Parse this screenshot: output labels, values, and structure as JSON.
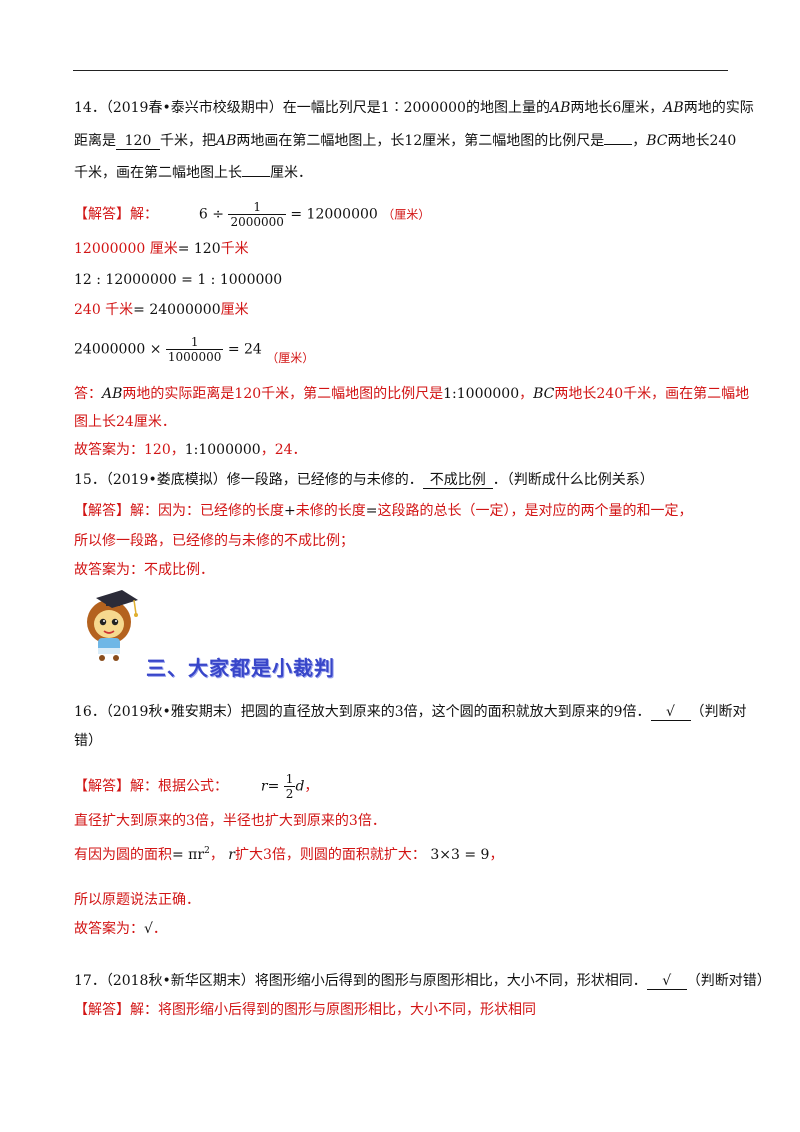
{
  "q14": {
    "line1": "14．（2019春•泰兴市校级期中）在一幅比列尺是",
    "scale1": "1∶2000000",
    "line1b": "的地图上量的",
    "ab": "AB",
    "line1c": "两地长6厘米，",
    "ab2": "AB",
    "line1d": "两地的实际",
    "line2a": "距离是",
    "answer1": "120",
    "line2b": "千米，把",
    "ab3": "AB",
    "line2c": "两地画在第二幅地图上，长12厘米，第二幅地图的比例尺是",
    "line2d": "，",
    "bc": "BC",
    "line2e": "两地长240",
    "line3": "千米，画在第二幅地图上长",
    "line3b": "厘米．"
  },
  "sol14": {
    "label": "【解答】",
    "jie": "解：",
    "eq1_left": "6 ÷",
    "eq1_num": "1",
    "eq1_den": "2000000",
    "eq1_right": "= 12000000",
    "eq1_unit": "（厘米）",
    "eq2_a": "12000000 厘米",
    "eq2_b": "= 120",
    "eq2_c": "千米",
    "eq3": "12 : 12000000 = 1 : 1000000",
    "eq4_a": "240 千米",
    "eq4_b": "= 24000000",
    "eq4_c": "厘米",
    "eq5_left": "24000000 ×",
    "eq5_num": "1",
    "eq5_den": "1000000",
    "eq5_right": "= 24",
    "eq5_unit": "（厘米）",
    "ans_a": "答：",
    "ans_ab": "AB",
    "ans_b": "两地的实际距离是120千米，第二幅地图的比例尺是",
    "ans_scale": "1:1000000",
    "ans_c": "，",
    "ans_bc": "BC",
    "ans_d": "两地长240千米，画在第二幅地",
    "ans_line2": "图上长24厘米．",
    "final_a": "故答案为：120，",
    "final_scale": "1:1000000",
    "final_b": "，24．"
  },
  "q15": {
    "text_a": "15．（2019•娄底模拟）修一段路，已经修的与未修的．",
    "answer": "不成比例",
    "text_b": "．（判断成什么比例关系）"
  },
  "sol15": {
    "label": "【解答】",
    "line1": "解：因为：已经修的长度",
    "plus": "+",
    "line1b": "未修的长度",
    "eq": "=",
    "line1c": "这段路的总长（一定），是对应的两个量的和一定，",
    "line2": "所以修一段路，已经修的与未修的不成比例；",
    "final": "故答案为：不成比例．"
  },
  "section": {
    "title": "三、大家都是小裁判"
  },
  "q16": {
    "line1": "16．（2019秋•雅安期末）把圆的直径放大到原来的3倍，这个圆的面积就放大到原来的9倍．",
    "answer": "√",
    "line1b": "（判断对",
    "line2": "错）"
  },
  "sol16": {
    "label": "【解答】",
    "line1": "解：根据公式：",
    "r": "r",
    "eq": "=",
    "num": "1",
    "den": "2",
    "d": "d",
    "comma": "，",
    "line2": "直径扩大到原来的3倍，半径也扩大到原来的3倍．",
    "line3a": "有因为圆的面积",
    "line3b": "= πr",
    "line3sup": "2",
    "line3c": "，",
    "line3r": "r",
    "line3d": "扩大3倍，则圆的面积就扩大：",
    "line3e": "3×3 = 9",
    "line3f": "，",
    "line4": "所以原题说法正确．",
    "final_a": "故答案为：",
    "final_b": "√",
    "final_c": "．"
  },
  "q17": {
    "line1": "17．（2018秋•新华区期末）将图形缩小后得到的图形与原图形相比，大小不同，形状相同．",
    "answer": "√",
    "line1b": "（判断对错）"
  },
  "sol17": {
    "label": "【解答】",
    "line1": "解：将图形缩小后得到的图形与原图形相比，大小不同，形状相同"
  }
}
